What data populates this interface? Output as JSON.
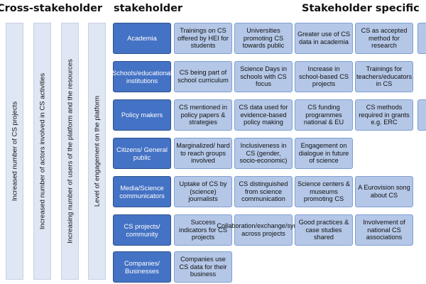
{
  "headers": {
    "cross": "Cross-stakeholder",
    "stakeholder": "stakeholder",
    "specific": "Stakeholder specific"
  },
  "cross_indicators": [
    "Increased number of CS projects",
    "Increased number of actors involved in CS activities",
    "Increasing number of users of the platform and the resources",
    "Level of engagement on the platform"
  ],
  "rows": [
    {
      "stakeholder": "Academia",
      "items": [
        "Trainings on CS offered by HEI for students",
        "Universities promoting CS towards public",
        "Greater use of CS data in academia",
        "CS as accepted method for research"
      ]
    },
    {
      "stakeholder": "Schools/educational institutions",
      "items": [
        "CS being part of school curriculum",
        "Science Days in schools with CS focus",
        "Increase in school-based CS projects",
        "Trainings for teachers/educators in CS"
      ]
    },
    {
      "stakeholder": "Policy makers",
      "items": [
        "CS mentioned in policy papers & strategies",
        "CS data used for evidence-based policy making",
        "CS funding programmes national & EU",
        "CS methods required in grants e.g. ERC"
      ]
    },
    {
      "stakeholder": "Citizens/ General public",
      "items": [
        "Marginalized/ hard to reach groups involved",
        "Inclusiveness in CS (gender, socio-economic)",
        "Engagement on dialogue in future of science"
      ]
    },
    {
      "stakeholder": "Media/Science communicators",
      "items": [
        "Uptake of CS by (science) journalists",
        "CS distinguished from science communication",
        "Science centers & museums promoting CS",
        "A Eurovision song about CS"
      ]
    },
    {
      "stakeholder": "CS projects/ community",
      "items": [
        "Success indicators for CS projects",
        "Collaboration/exchange/synergy across projects",
        "Good practices & case studies shared",
        "Involvement of national CS associations"
      ]
    },
    {
      "stakeholder": "Companies/ Businesses",
      "items": [
        "Companies use CS data for their business"
      ]
    }
  ]
}
